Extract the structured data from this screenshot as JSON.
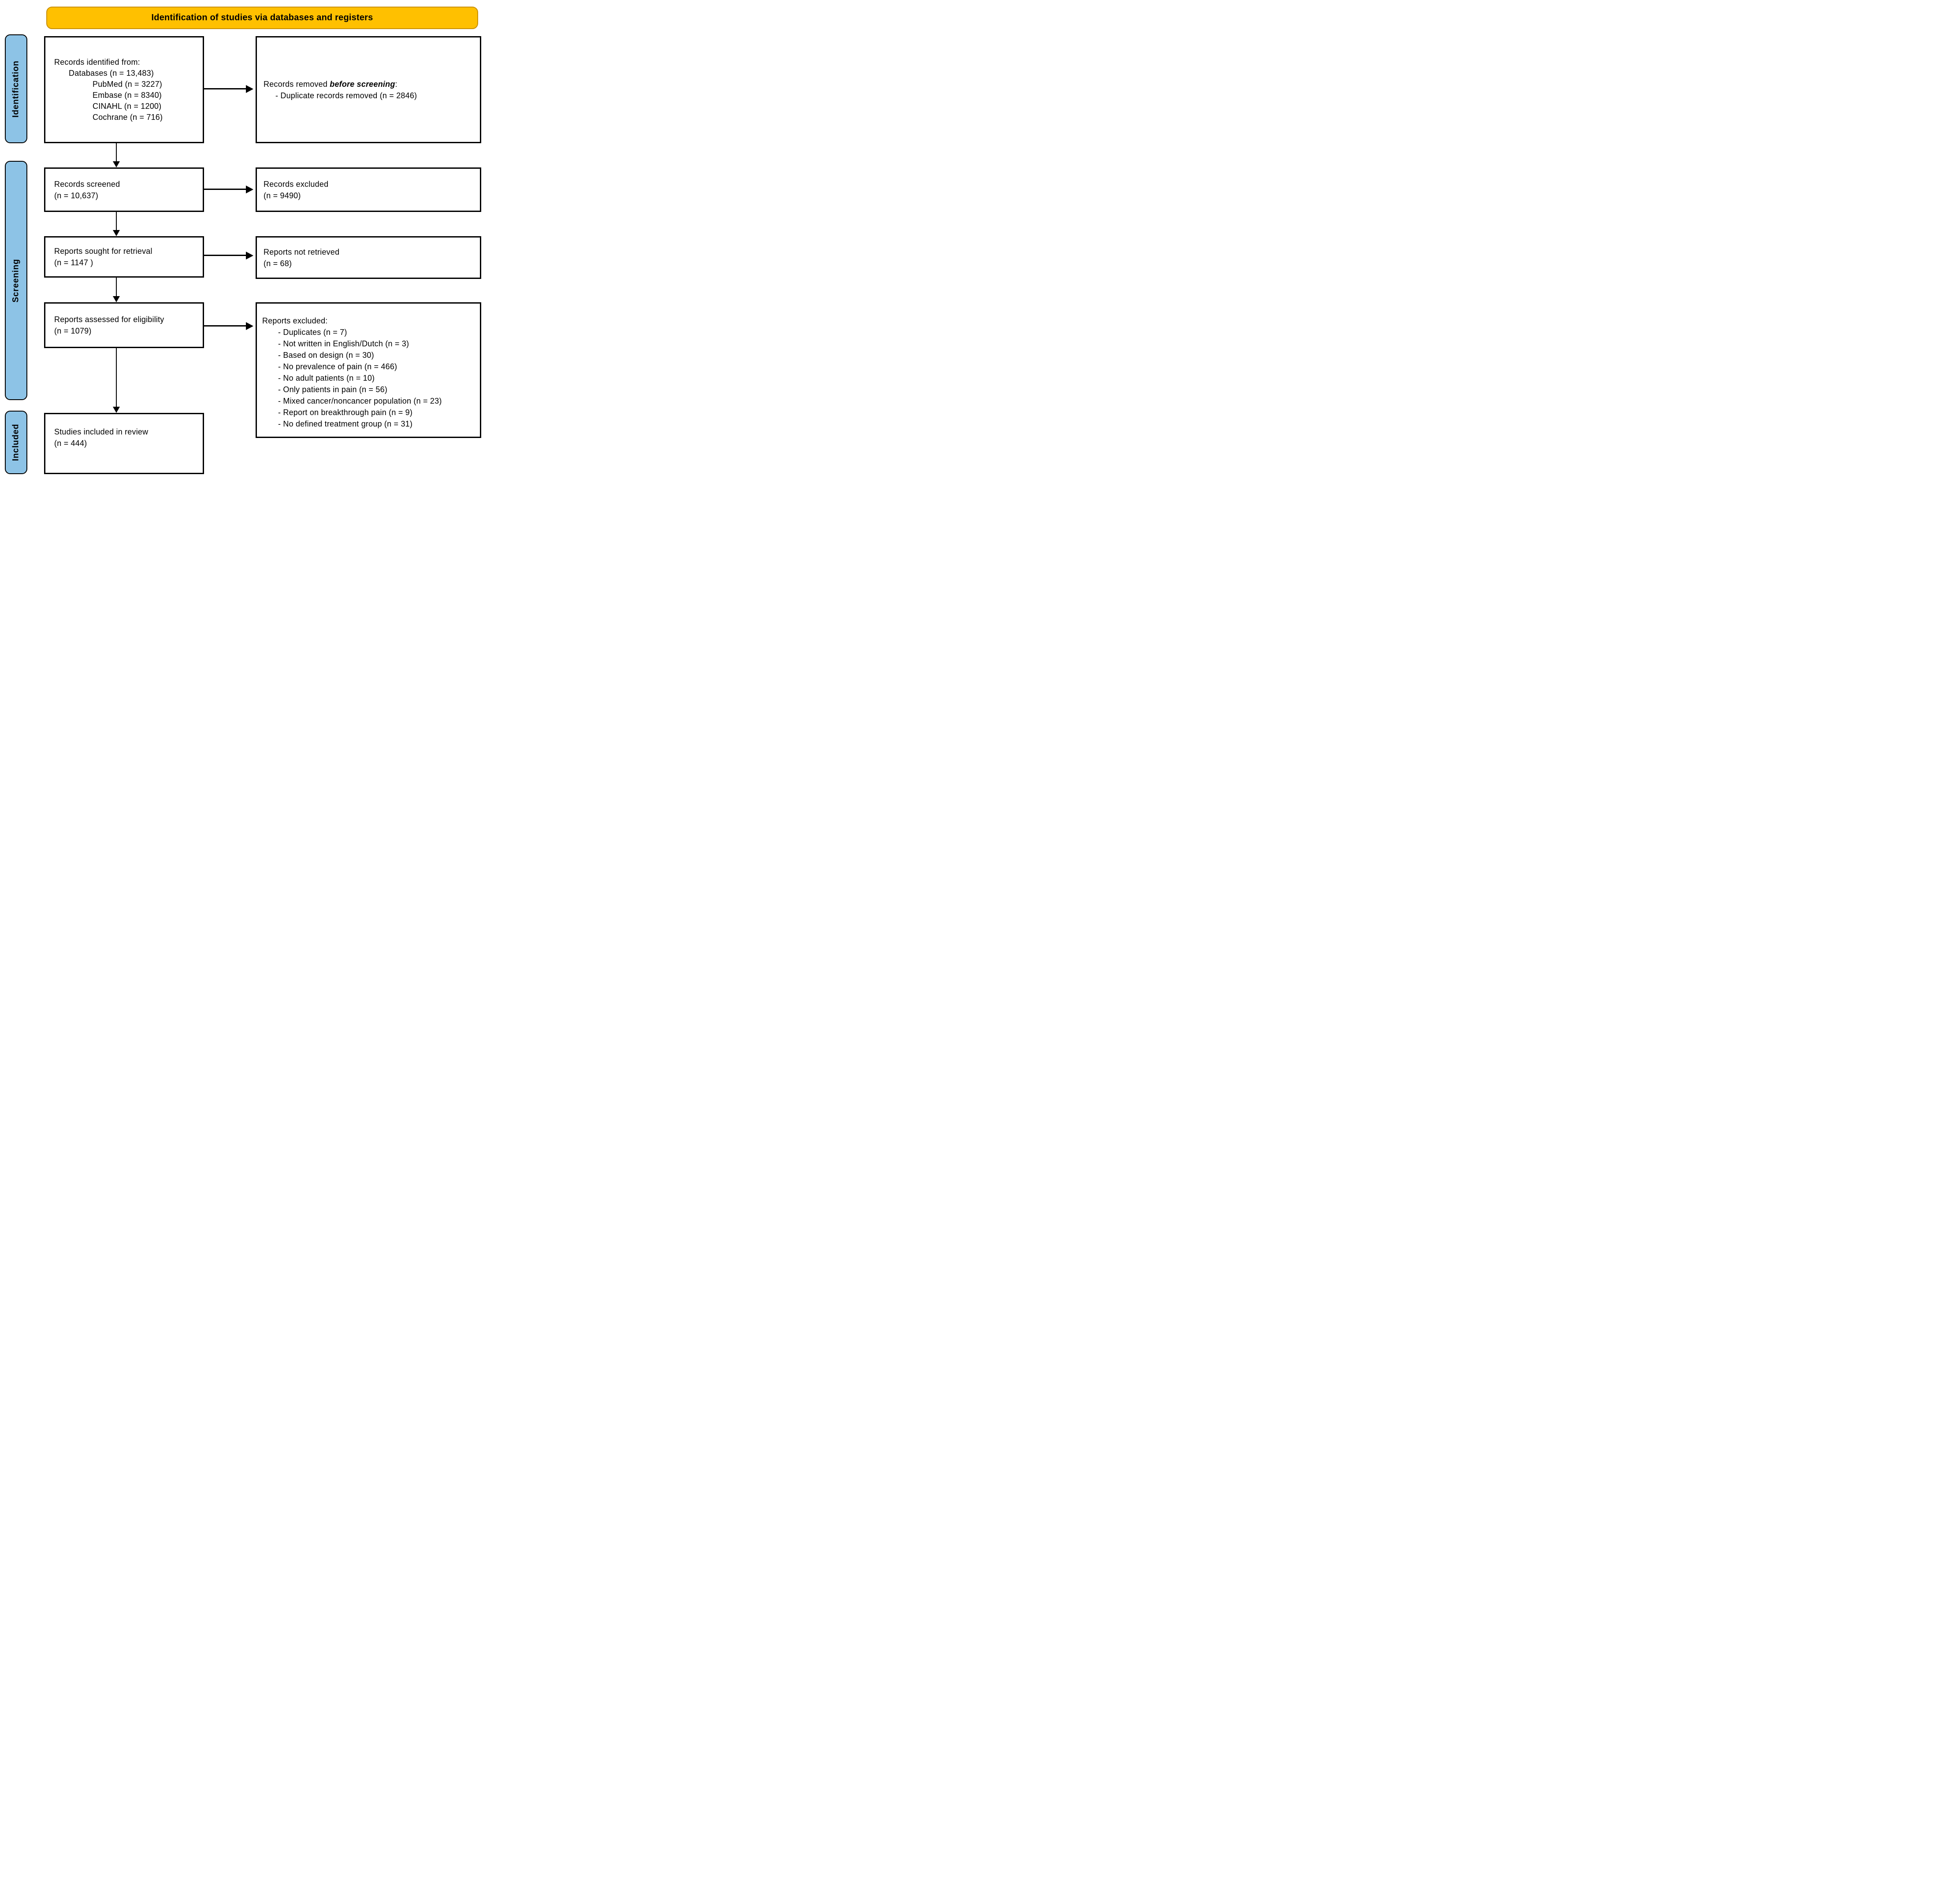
{
  "header": {
    "title": "Identification of studies via databases and registers"
  },
  "stages": {
    "identification": "Identification",
    "screening": "Screening",
    "included": "Included"
  },
  "boxes": {
    "records_identified": {
      "lines": [
        "Records identified from:",
        "Databases (n = 13,483)",
        "PubMed (n = 3227)",
        "Embase (n = 8340)",
        "CINAHL (n = 1200)",
        "Cochrane (n = 716)"
      ]
    },
    "records_removed": {
      "title_prefix": "Records removed ",
      "title_emphasis": "before screening",
      "title_suffix": ":",
      "item": "- Duplicate records removed (n = 2846)"
    },
    "records_screened": {
      "title": "Records screened",
      "count": "(n = 10,637)"
    },
    "records_excluded": {
      "title": "Records excluded",
      "count": "(n = 9490)"
    },
    "reports_sought": {
      "title": "Reports sought for retrieval",
      "count": "(n = 1147 )"
    },
    "reports_not_retrieved": {
      "title": "Reports not retrieved",
      "count": "(n = 68)"
    },
    "reports_assessed": {
      "title": "Reports assessed for eligibility",
      "count": "(n = 1079)"
    },
    "reports_excluded": {
      "title": "Reports excluded:",
      "items": [
        "- Duplicates (n = 7)",
        "- Not written in English/Dutch (n = 3)",
        "- Based on design (n = 30)",
        "- No prevalence of pain (n = 466)",
        "- No adult patients (n = 10)",
        "- Only patients in pain (n = 56)",
        "- Mixed cancer/noncancer population (n = 23)",
        "- Report on breakthrough pain (n = 9)",
        "- No defined treatment group (n = 31)"
      ]
    },
    "studies_included": {
      "title": "Studies included in review",
      "count": "(n = 444)"
    }
  },
  "colors": {
    "header_fill": "#FFC000",
    "header_border": "#C98F00",
    "stage_fill": "#8DC3E6",
    "arrow": "#000000"
  }
}
